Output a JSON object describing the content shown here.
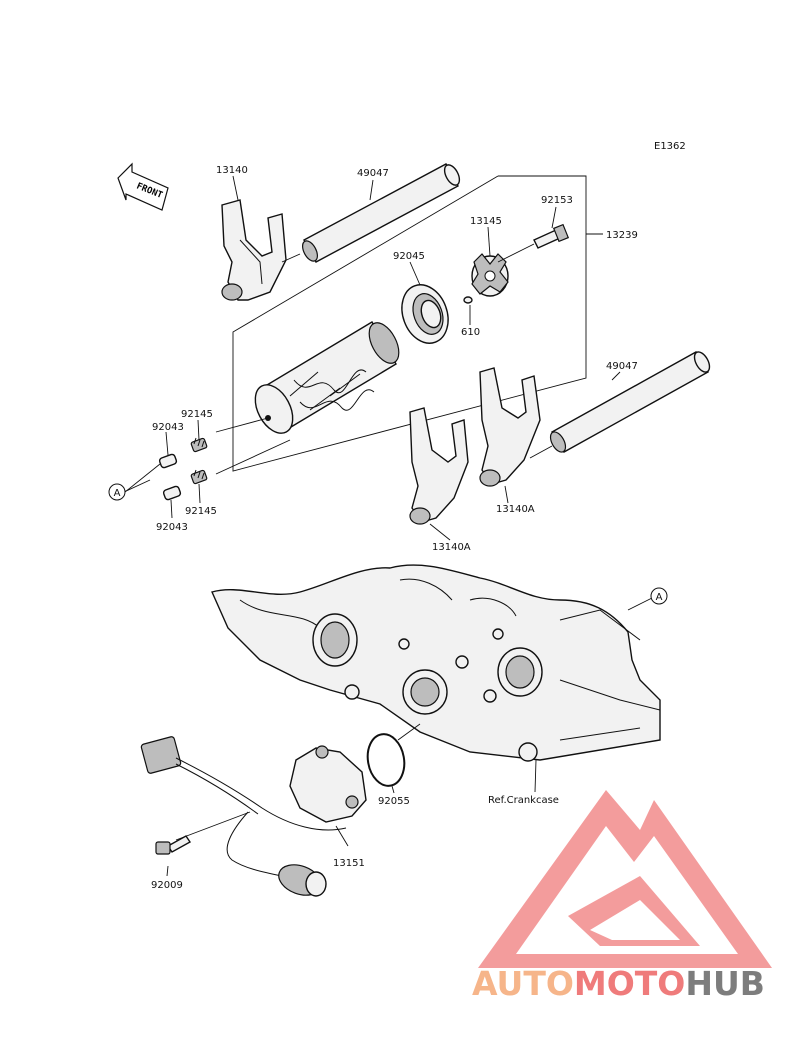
{
  "diagram_code": "E1362",
  "front_label": "FRONT",
  "labels": {
    "p13140": "13140",
    "p49047_top": "49047",
    "p92153": "92153",
    "p13145": "13145",
    "p13239": "13239",
    "p92045": "92045",
    "p610": "610",
    "p49047_right": "49047",
    "p92145_top": "92145",
    "p92043_top": "92043",
    "p92145_bottom": "92145",
    "p92043_bottom": "92043",
    "p13140A_right": "13140A",
    "p13140A_bottom": "13140A",
    "ref_a_left": "A",
    "ref_a_right": "A",
    "p92055": "92055",
    "ref_crankcase": "Ref.Crankcase",
    "p13151": "13151",
    "p92009": "92009"
  },
  "watermark": {
    "part1": "AUTO",
    "part2": "MOTO",
    "part3": "HUB",
    "color_light": "#f6b58a",
    "color_red": "#ef7b7b",
    "color_gray": "#7d7d7d"
  }
}
